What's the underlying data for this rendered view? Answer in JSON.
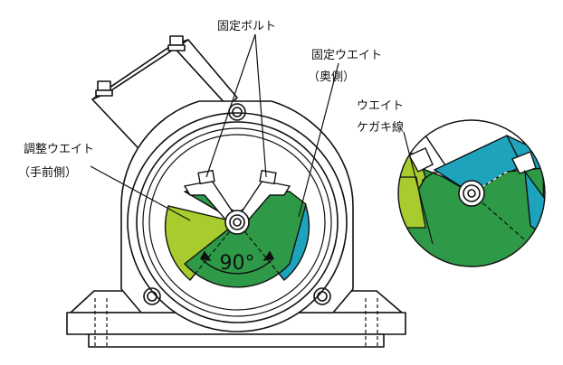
{
  "labels": {
    "fixing_bolt": "固定ボルト",
    "fixed_weight": "固定ウエイト",
    "fixed_weight_note": "（奥側）",
    "adjust_weight": "調整ウエイト",
    "adjust_weight_note": "（手前側）",
    "weight_marking_line_1": "ウエイト",
    "weight_marking_line_2": "ケガキ線",
    "angle": "90°"
  },
  "colors": {
    "adjust_weight": "#a8cc2e",
    "fixed_weight": "#1ea3bd",
    "overlap": "#2e9a47",
    "line": "#111111"
  }
}
